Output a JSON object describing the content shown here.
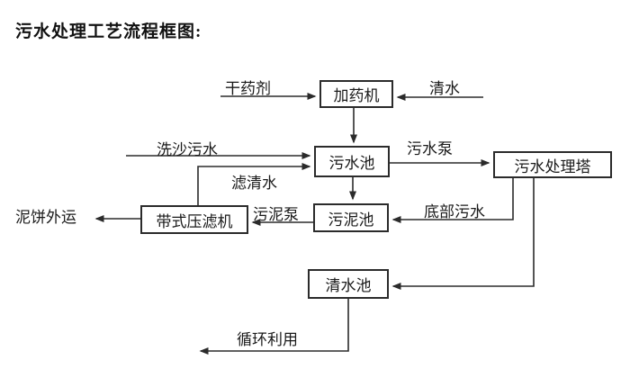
{
  "title": "污水处理工艺流程框图:",
  "nodes": {
    "dosing_machine": "加药机",
    "sewage_pool": "污水池",
    "treatment_tower": "污水处理塔",
    "sludge_pool": "污泥池",
    "belt_filter_press": "带式压滤机",
    "clean_water_pool": "清水池"
  },
  "edge_labels": {
    "dry_agent": "干药剂",
    "clean_water": "清水",
    "sand_wash_sewage": "洗沙污水",
    "filtered_water": "滤清水",
    "sewage_pump": "污水泵",
    "bottom_sewage": "底部污水",
    "sludge_pump": "污泥泵",
    "mud_cake_out": "泥饼外运",
    "recycle": "循环利用"
  },
  "colors": {
    "line": "#2b2b2b",
    "text": "#1a1a1a",
    "background": "#ffffff"
  }
}
